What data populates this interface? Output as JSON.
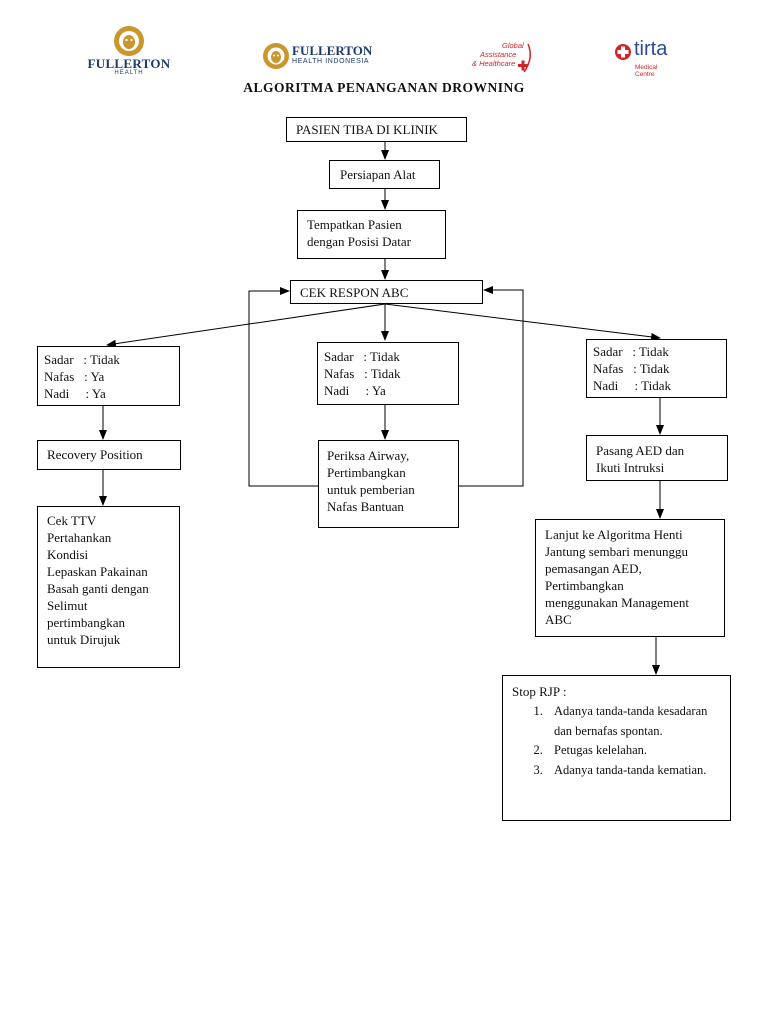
{
  "logos": {
    "fullerton_health": {
      "line1": "FULLERTON",
      "line2": "HEALTH",
      "gold": "#c9972e",
      "navy": "#1d3a6b"
    },
    "fullerton_indonesia": {
      "line1": "FULLERTON",
      "line2": "HEALTH INDONESIA",
      "gold": "#c9972e",
      "navy": "#1d3a6b"
    },
    "global_assistance": {
      "line1": "Global",
      "line2": "Assistance",
      "line3": "& Healthcare",
      "red": "#d1232a"
    },
    "tirta": {
      "name": "tirta",
      "sub": "Medical Centre",
      "blue": "#2b4a9b",
      "red": "#d1232a"
    }
  },
  "title": "ALGORITMA PENANGANAN DROWNING",
  "flow": {
    "start": "PASIEN TIBA DI KLINIK",
    "prep": "Persiapan Alat",
    "position": [
      "Tempatkan Pasien",
      "dengan Posisi Datar"
    ],
    "check": "CEK RESPON ABC",
    "left": {
      "status": [
        "Sadar   : Tidak",
        "Nafas   : Ya",
        "Nadi     : Ya"
      ],
      "step1": "Recovery Position",
      "step2": [
        "Cek TTV",
        "Pertahankan",
        "Kondisi",
        "Lepaskan Pakainan",
        "Basah ganti dengan",
        "Selimut",
        "pertimbangkan",
        "untuk Dirujuk"
      ]
    },
    "middle": {
      "status": [
        "Sadar   : Tidak",
        "Nafas   : Tidak",
        "Nadi     : Ya"
      ],
      "step1": [
        "Periksa Airway,",
        "Pertimbangkan",
        "untuk pemberian",
        "Nafas Bantuan"
      ]
    },
    "right": {
      "status": [
        "Sadar   : Tidak",
        "Nafas   : Tidak",
        "Nadi     : Tidak"
      ],
      "step1": [
        "Pasang AED dan",
        "Ikuti Intruksi"
      ],
      "step2": [
        "Lanjut ke Algoritma Henti",
        "Jantung sembari menunggu",
        "pemasangan AED,",
        "Pertimbangkan",
        "menggunakan Management",
        "ABC"
      ],
      "stop": {
        "heading": "Stop RJP :",
        "items": [
          "Adanya tanda-tanda kesadaran dan bernafas spontan.",
          "Petugas kelelahan.",
          "Adanya tanda-tanda kematian."
        ]
      }
    }
  }
}
